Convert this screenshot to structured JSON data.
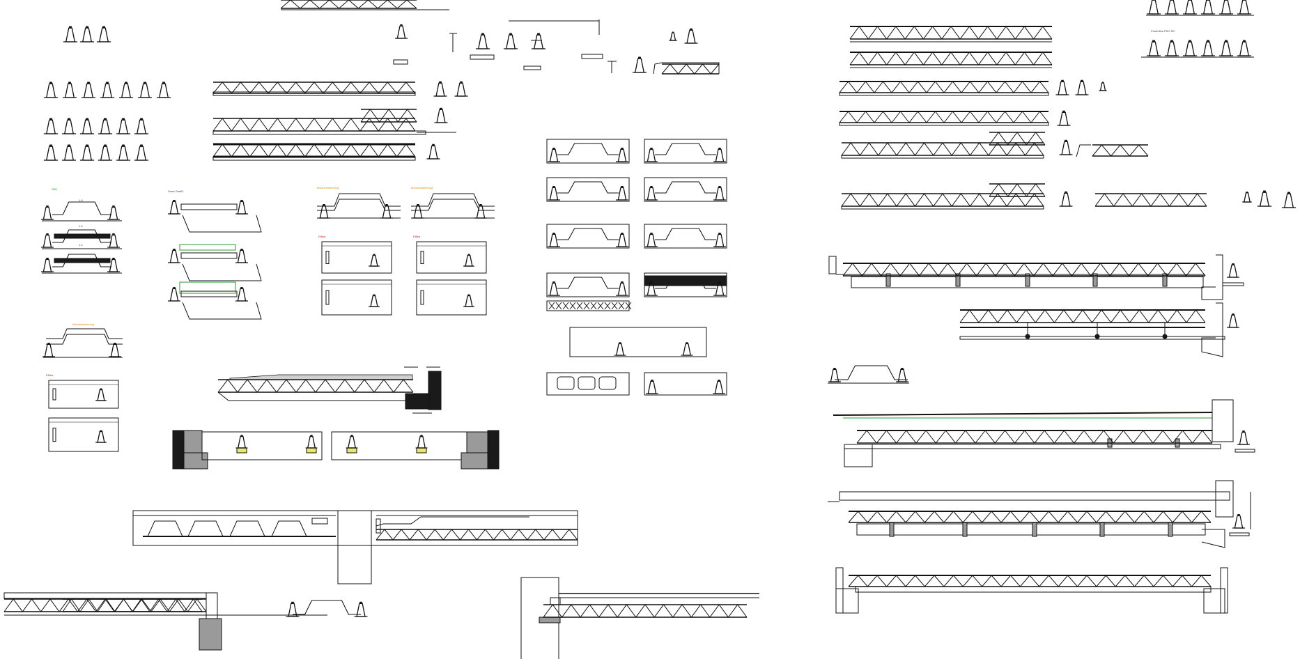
{
  "labels": {
    "sbh": "SBH",
    "schiene": "Sanix  Sanfi1",
    "mauerbewehrung_1": "Mauerbewehrung",
    "mauerbewehrung_2": "Mauerbewehrung",
    "mauerbewehrung_3": "Mauerbewehrung",
    "effisa_1": "Effisa",
    "effisa_2": "Effisa",
    "effisa_3": "Effisa",
    "poutrelles": "Poutrelles PSC 35+",
    "dim_1": "1.8",
    "dim_2": "1.6",
    "dim_3": "1.4"
  },
  "colors": {
    "line": "#111111",
    "fill_dark": "#1a1a1a",
    "fill_gray": "#9a9a9a",
    "fill_light": "#d0d0d0",
    "highlight_yellow": "#e8e86a",
    "accent_green": "#2a9a2a",
    "accent_blue": "#1f3fbf",
    "accent_orange": "#e08a1a",
    "accent_red": "#d42020"
  }
}
